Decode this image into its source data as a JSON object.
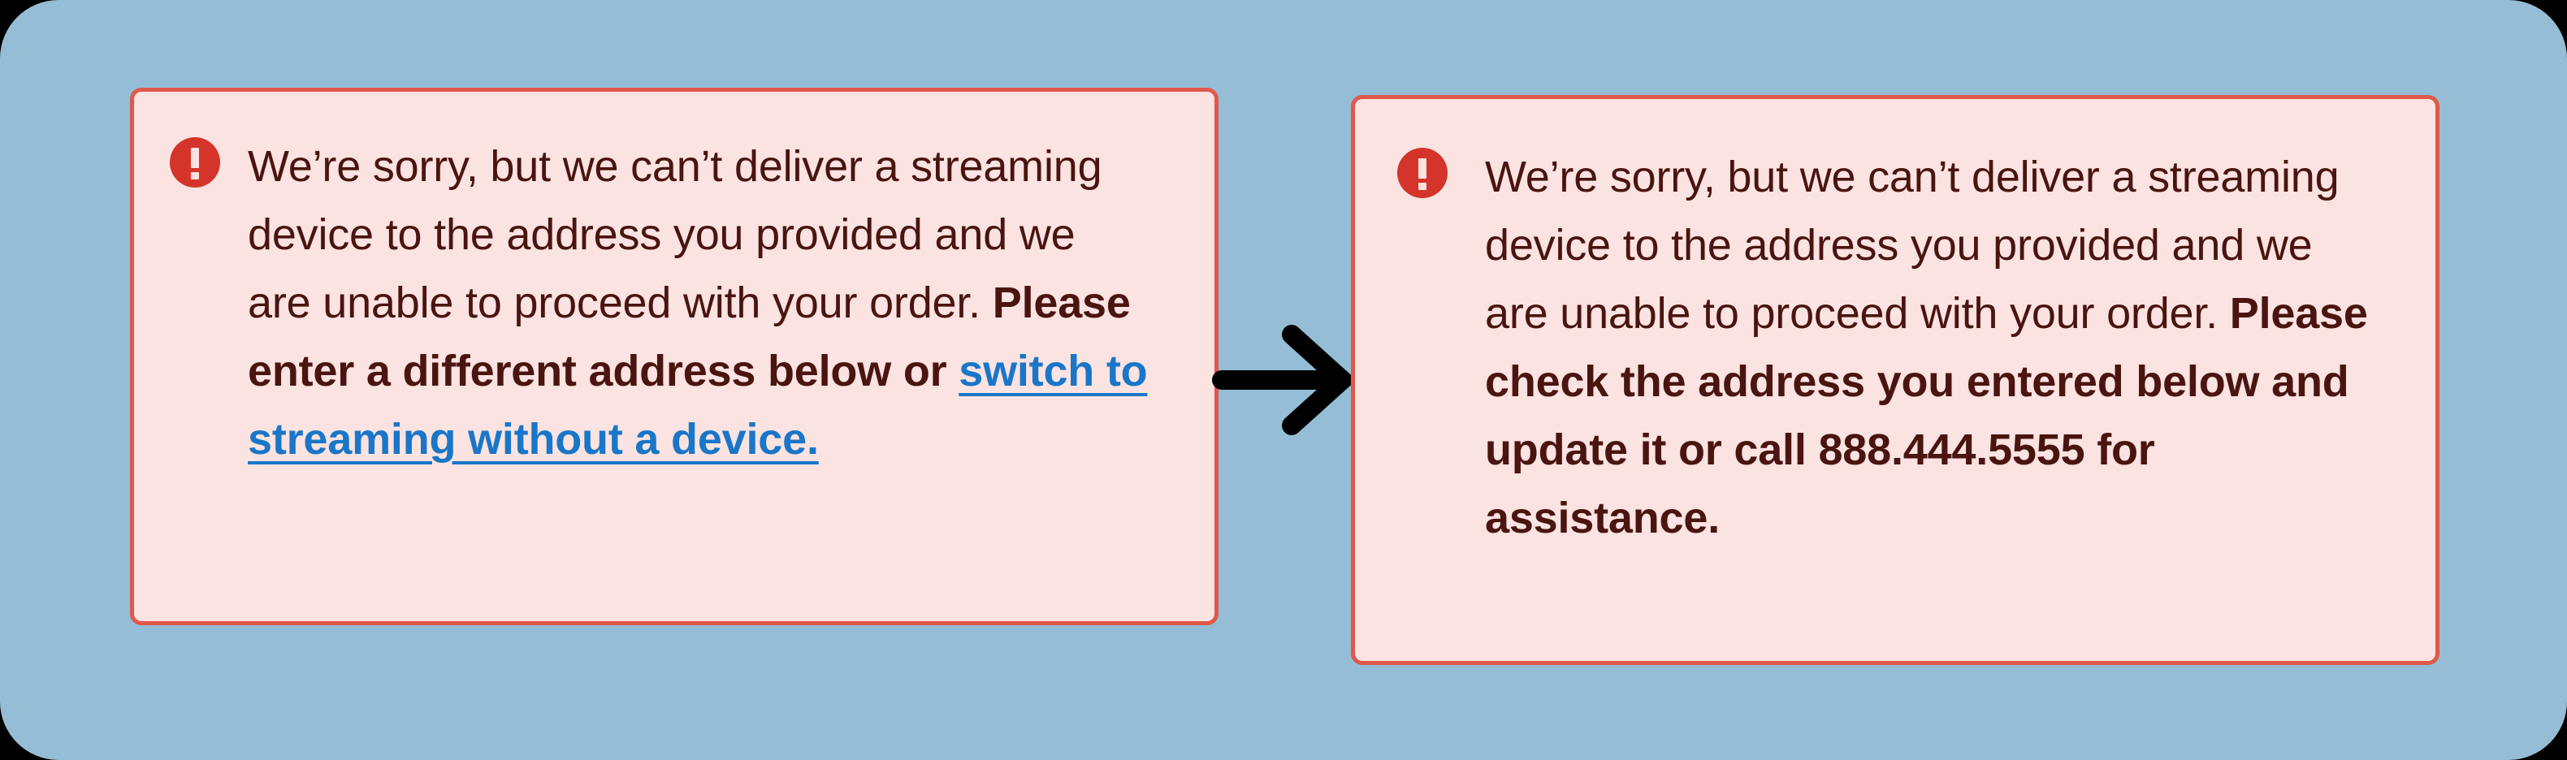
{
  "canvas": {
    "background_color": "#95bdd6",
    "outer_color": "#000000"
  },
  "panels": {
    "before": {
      "name": "before-variant",
      "background_color": "#fae3e1",
      "border_color": "#e0584a",
      "icon": {
        "name": "alert-exclamation-icon",
        "color": "#d4342a",
        "glyph": "!"
      },
      "message": {
        "plain_lead": "We’re sorry, but we can’t deliver a streaming device to the address you provided and we are unable to proceed with your order. ",
        "bold_part": "Please enter a different address below or ",
        "link_text": "switch to streaming without a device.",
        "link_color": "#1976c8"
      }
    },
    "after": {
      "name": "after-variant",
      "background_color": "#fae3e1",
      "border_color": "#e0584a",
      "icon": {
        "name": "alert-exclamation-icon",
        "color": "#d4342a",
        "glyph": "!"
      },
      "message": {
        "plain_lead": "We’re sorry, but we can’t deliver a streaming device to the address you provided and we are unable to proceed with your order. ",
        "bold_part": "Please check the address you entered below and update it or call 888.444.5555 for assistance.",
        "phone": "888.444.5555"
      }
    }
  },
  "arrow": {
    "name": "transition-arrow",
    "direction": "right",
    "color": "#000000"
  }
}
